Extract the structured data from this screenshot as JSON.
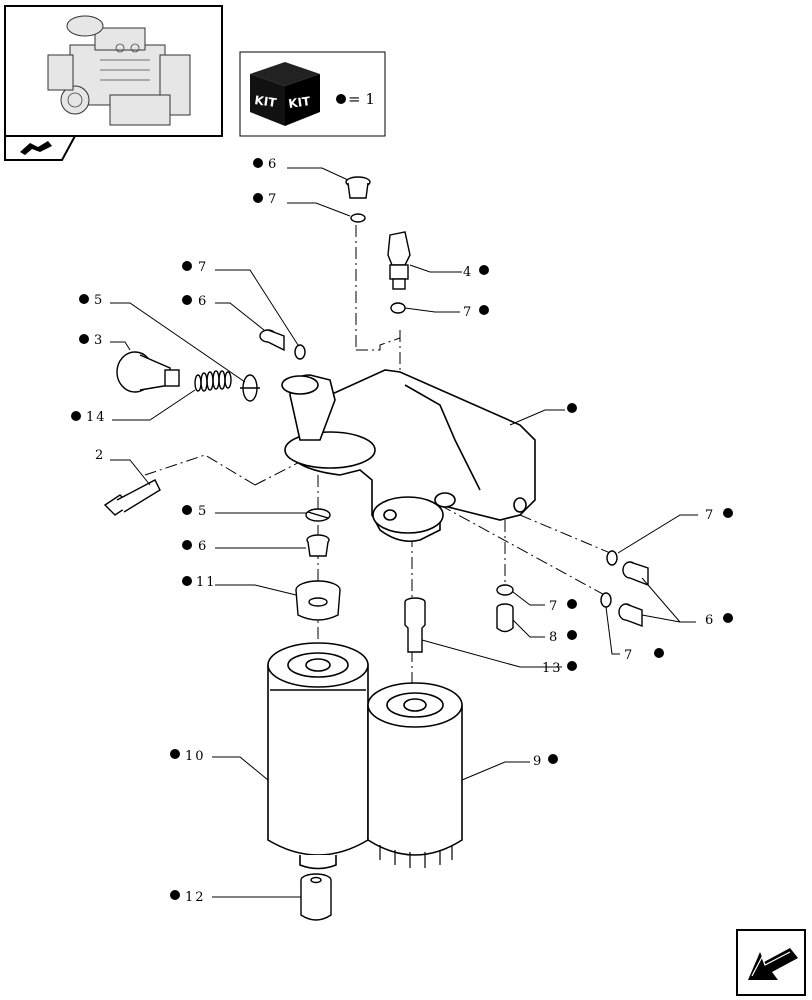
{
  "kit_box": {
    "icon_text_left": "KIT",
    "icon_text_right": "KIT",
    "legend_label": "= 1"
  },
  "callouts": [
    {
      "id": "c6a",
      "label": "6"
    },
    {
      "id": "c7a",
      "label": "7"
    },
    {
      "id": "c7b",
      "label": "7"
    },
    {
      "id": "c5a",
      "label": "5"
    },
    {
      "id": "c6b",
      "label": "6"
    },
    {
      "id": "c3",
      "label": "3"
    },
    {
      "id": "c14",
      "label": "14"
    },
    {
      "id": "c2",
      "label": "2"
    },
    {
      "id": "c4",
      "label": "4"
    },
    {
      "id": "c7c",
      "label": "7"
    },
    {
      "id": "c1",
      "label": ""
    },
    {
      "id": "c5b",
      "label": "5"
    },
    {
      "id": "c6c",
      "label": "6"
    },
    {
      "id": "c11",
      "label": "11"
    },
    {
      "id": "c7d",
      "label": "7"
    },
    {
      "id": "c7e",
      "label": "7"
    },
    {
      "id": "c7f",
      "label": "7"
    },
    {
      "id": "c6d",
      "label": "6"
    },
    {
      "id": "c8",
      "label": "8"
    },
    {
      "id": "c13",
      "label": "13"
    },
    {
      "id": "c10",
      "label": "10"
    },
    {
      "id": "c9",
      "label": "9"
    },
    {
      "id": "c12",
      "label": "12"
    }
  ]
}
